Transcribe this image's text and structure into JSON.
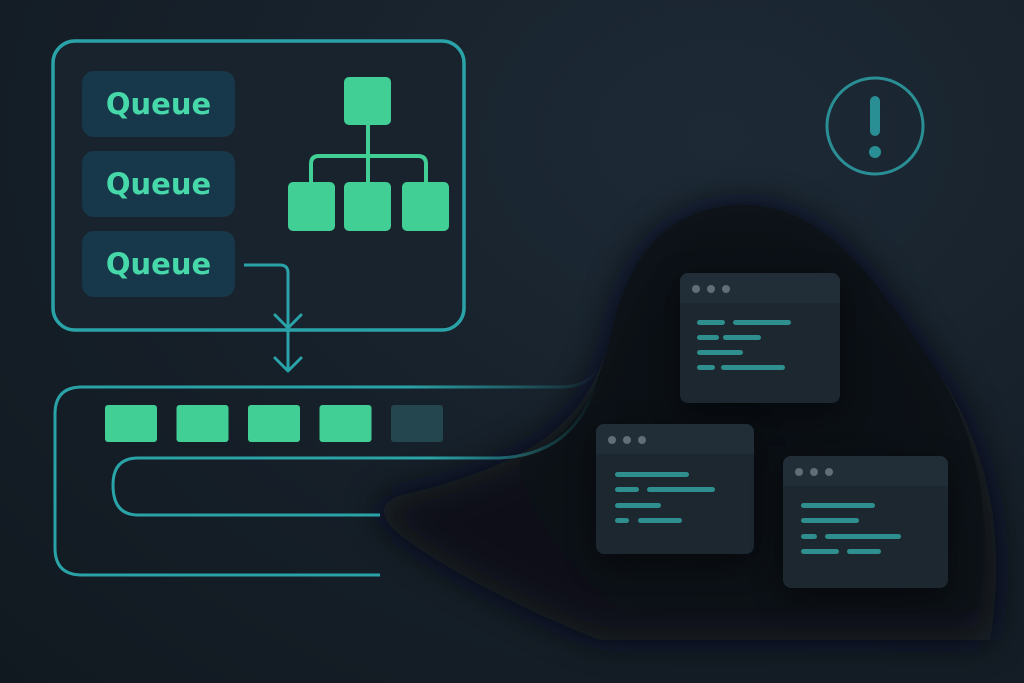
{
  "queue_panel": {
    "items": [
      {
        "label": "Queue"
      },
      {
        "label": "Queue"
      },
      {
        "label": "Queue"
      }
    ]
  },
  "pipeline": {
    "slots_total": 5,
    "slots_filled": 4
  },
  "icons": {
    "alert": "exclamation-circle-icon",
    "hierarchy": "hierarchy-tree-icon",
    "arrow": "arrow-down-icon"
  },
  "colors": {
    "accent_green": "#41cf95",
    "accent_teal": "#2aa3a8",
    "queue_text": "#47d8a9",
    "queue_bg": "#17384a",
    "background": "#17212b",
    "window_bg": "#1c2730",
    "alert_stroke": "#2a8f95"
  }
}
